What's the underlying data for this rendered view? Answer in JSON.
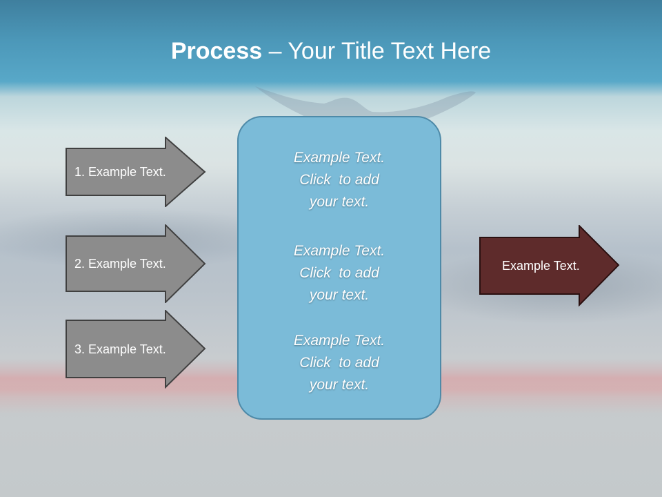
{
  "title": {
    "bold": "Process",
    "rest": " – Your Title Text Here"
  },
  "left_arrows": [
    {
      "label": "1. Example Text."
    },
    {
      "label": "2. Example Text."
    },
    {
      "label": "3. Example Text."
    }
  ],
  "center_blocks": [
    {
      "line1": "Example Text.",
      "line2": "Click  to add",
      "line3": "your text."
    },
    {
      "line1": "Example Text.",
      "line2": "Click  to add",
      "line3": "your text."
    },
    {
      "line1": "Example Text.",
      "line2": "Click  to add",
      "line3": "your text."
    }
  ],
  "output_arrow": {
    "label": "Example Text."
  },
  "colors": {
    "input_arrow_fill": "#8c8c8c",
    "input_arrow_stroke": "#404040",
    "center_box_fill": "#7bbbd8",
    "output_arrow_fill": "#5e2b2b",
    "output_arrow_stroke": "#2a1010"
  }
}
